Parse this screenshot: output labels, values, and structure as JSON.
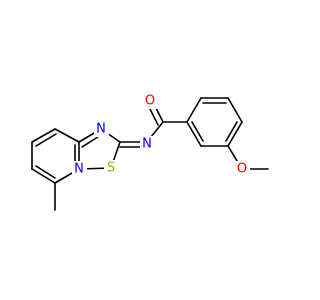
{
  "atom_labels": {
    "n_ring": "N",
    "n_bridge": "N",
    "s_ring": "S",
    "n_imine": "N",
    "o_carbonyl": "O",
    "o_methoxy": "O"
  },
  "colors": {
    "nitrogen": "#0000ff",
    "oxygen": "#ff0000",
    "sulfur": "#b8a100",
    "bond": "#000000"
  }
}
